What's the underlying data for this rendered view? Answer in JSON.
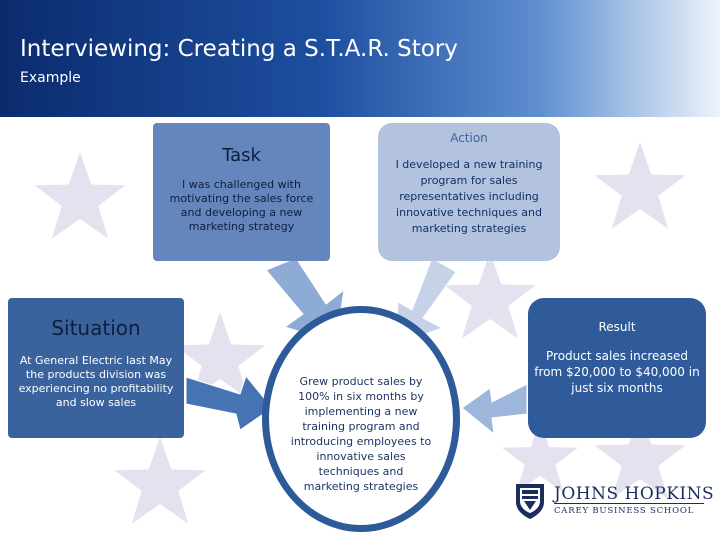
{
  "slide": {
    "title": "Interviewing: Creating a S.T.A.R. Story",
    "subtitle": "Example"
  },
  "task": {
    "heading": "Task",
    "text": "I was challenged with motivating the sales force and developing a new marketing strategy"
  },
  "action": {
    "heading": "Action",
    "text": "I developed a new training program for sales representatives including innovative techniques and marketing strategies"
  },
  "situation": {
    "heading": "Situation",
    "text": "At General Electric last May the products division was experiencing no profitability and slow sales"
  },
  "result": {
    "heading": "Result",
    "text": "Product sales increased from $20,000 to $40,000 in just six months"
  },
  "outcome": {
    "text": "Grew product sales by 100% in six months by implementing a new training program and introducing employees to innovative sales techniques and marketing strategies"
  },
  "logo": {
    "name": "JOHNS HOPKINS",
    "school": "CAREY BUSINESS SCHOOL"
  },
  "colors": {
    "header_dark": "#0b2b6e",
    "task_fill": "#6486bd",
    "action_fill": "#b4c3dd",
    "situation_fill": "#3a639d",
    "result_fill": "#2f5b9a",
    "circle_border": "#2d5a99",
    "star_fill": "#e4e2ee"
  }
}
